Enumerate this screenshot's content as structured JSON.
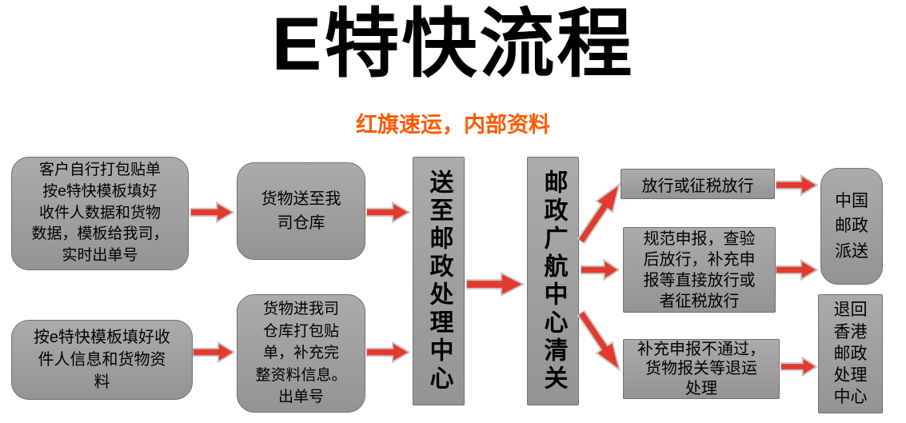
{
  "header": {
    "title": "E特快流程",
    "subtitle": "红旗速运，内部资料"
  },
  "colors": {
    "background": "#ffffff",
    "title_color": "#000000",
    "subtitle_color": "#ff5a00",
    "box_fill": "#9c9c9c",
    "box_border": "#707070",
    "box_text": "#000000",
    "arrow_fill": "#e23a2e",
    "arrow_stroke": "#c8c8c8"
  },
  "flow": {
    "customer_pack": "客户自行打包贴单\n按e特快模板填好\n收件人数据和货物\n数据，模板给我司，\n实时出单号",
    "template_fill": "按e特快模板填好收\n件人信息和货物资\n料",
    "goods_to_warehouse": "货物送至我\n司仓库",
    "goods_into_warehouse": "货物进我司\n仓库打包贴\n单，补充完\n整资料信息。\n出单号",
    "postal_processing_center": "送至邮政处理中心",
    "customs_clearance": "邮政广航中心清关",
    "release": "放行或征税放行",
    "declare_release": "规范申报，查验\n后放行，补充申\n报等直接放行或\n者征税放行",
    "declare_fail": "补充申报不通过，\n货物报关等退运\n处理",
    "china_post_delivery": "中国\n邮政\n派送",
    "return_hk": "退回\n香港\n邮政\n处理\n中心"
  }
}
